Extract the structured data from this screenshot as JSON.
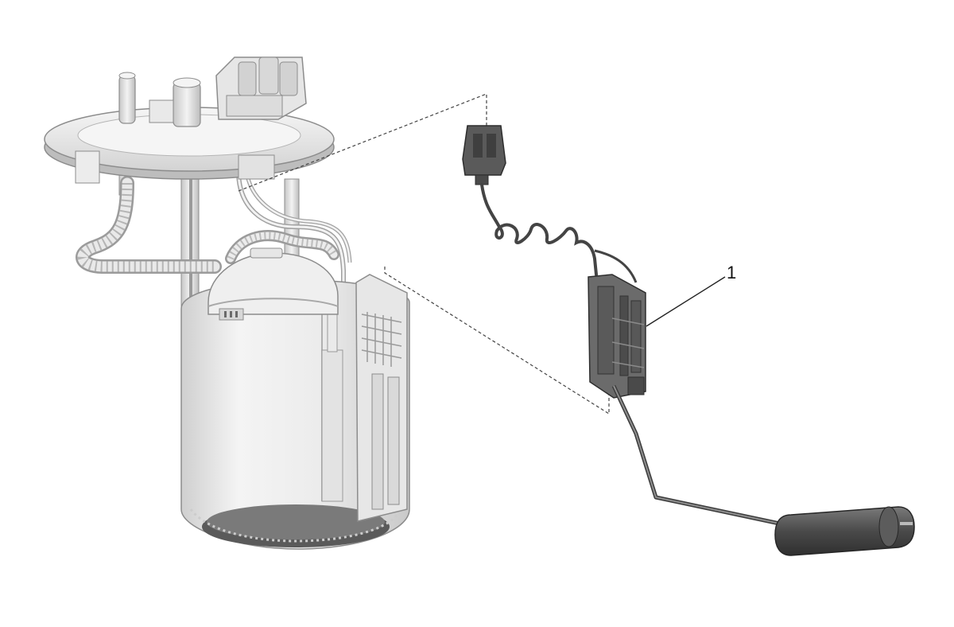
{
  "callouts": [
    {
      "number": "1"
    }
  ],
  "colors": {
    "background": "#ffffff",
    "housing_light": "#f1f1f1",
    "housing_mid": "#d9d9d9",
    "housing_dark": "#a9a9a9",
    "outline": "#8c8c8c",
    "sender_dark": "#4a4a4a",
    "sender_mid": "#6e6e6e",
    "float_dark": "#444444",
    "leader": "#222222"
  },
  "icons": {
    "assembly": "fuel-pump-module-illustration",
    "part": "fuel-level-sender-illustration"
  }
}
